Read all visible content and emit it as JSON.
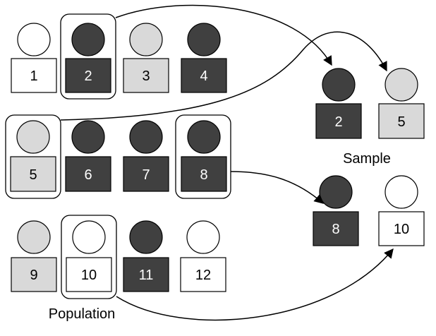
{
  "colors": {
    "dark": "#404040",
    "light": "#d9d9d9",
    "white": "#ffffff",
    "stroke": "#000000"
  },
  "population": {
    "label": "Population",
    "persons": [
      {
        "number": "1",
        "shade": "white"
      },
      {
        "number": "2",
        "shade": "dark",
        "selected": true
      },
      {
        "number": "3",
        "shade": "light"
      },
      {
        "number": "4",
        "shade": "dark"
      },
      {
        "number": "5",
        "shade": "light",
        "selected": true
      },
      {
        "number": "6",
        "shade": "dark"
      },
      {
        "number": "7",
        "shade": "dark"
      },
      {
        "number": "8",
        "shade": "dark",
        "selected": true
      },
      {
        "number": "9",
        "shade": "light"
      },
      {
        "number": "10",
        "shade": "white",
        "selected": true
      },
      {
        "number": "11",
        "shade": "dark"
      },
      {
        "number": "12",
        "shade": "white"
      }
    ]
  },
  "sample": {
    "label": "Sample",
    "persons": [
      {
        "number": "2",
        "shade": "dark"
      },
      {
        "number": "5",
        "shade": "light"
      },
      {
        "number": "8",
        "shade": "dark"
      },
      {
        "number": "10",
        "shade": "white"
      }
    ]
  }
}
